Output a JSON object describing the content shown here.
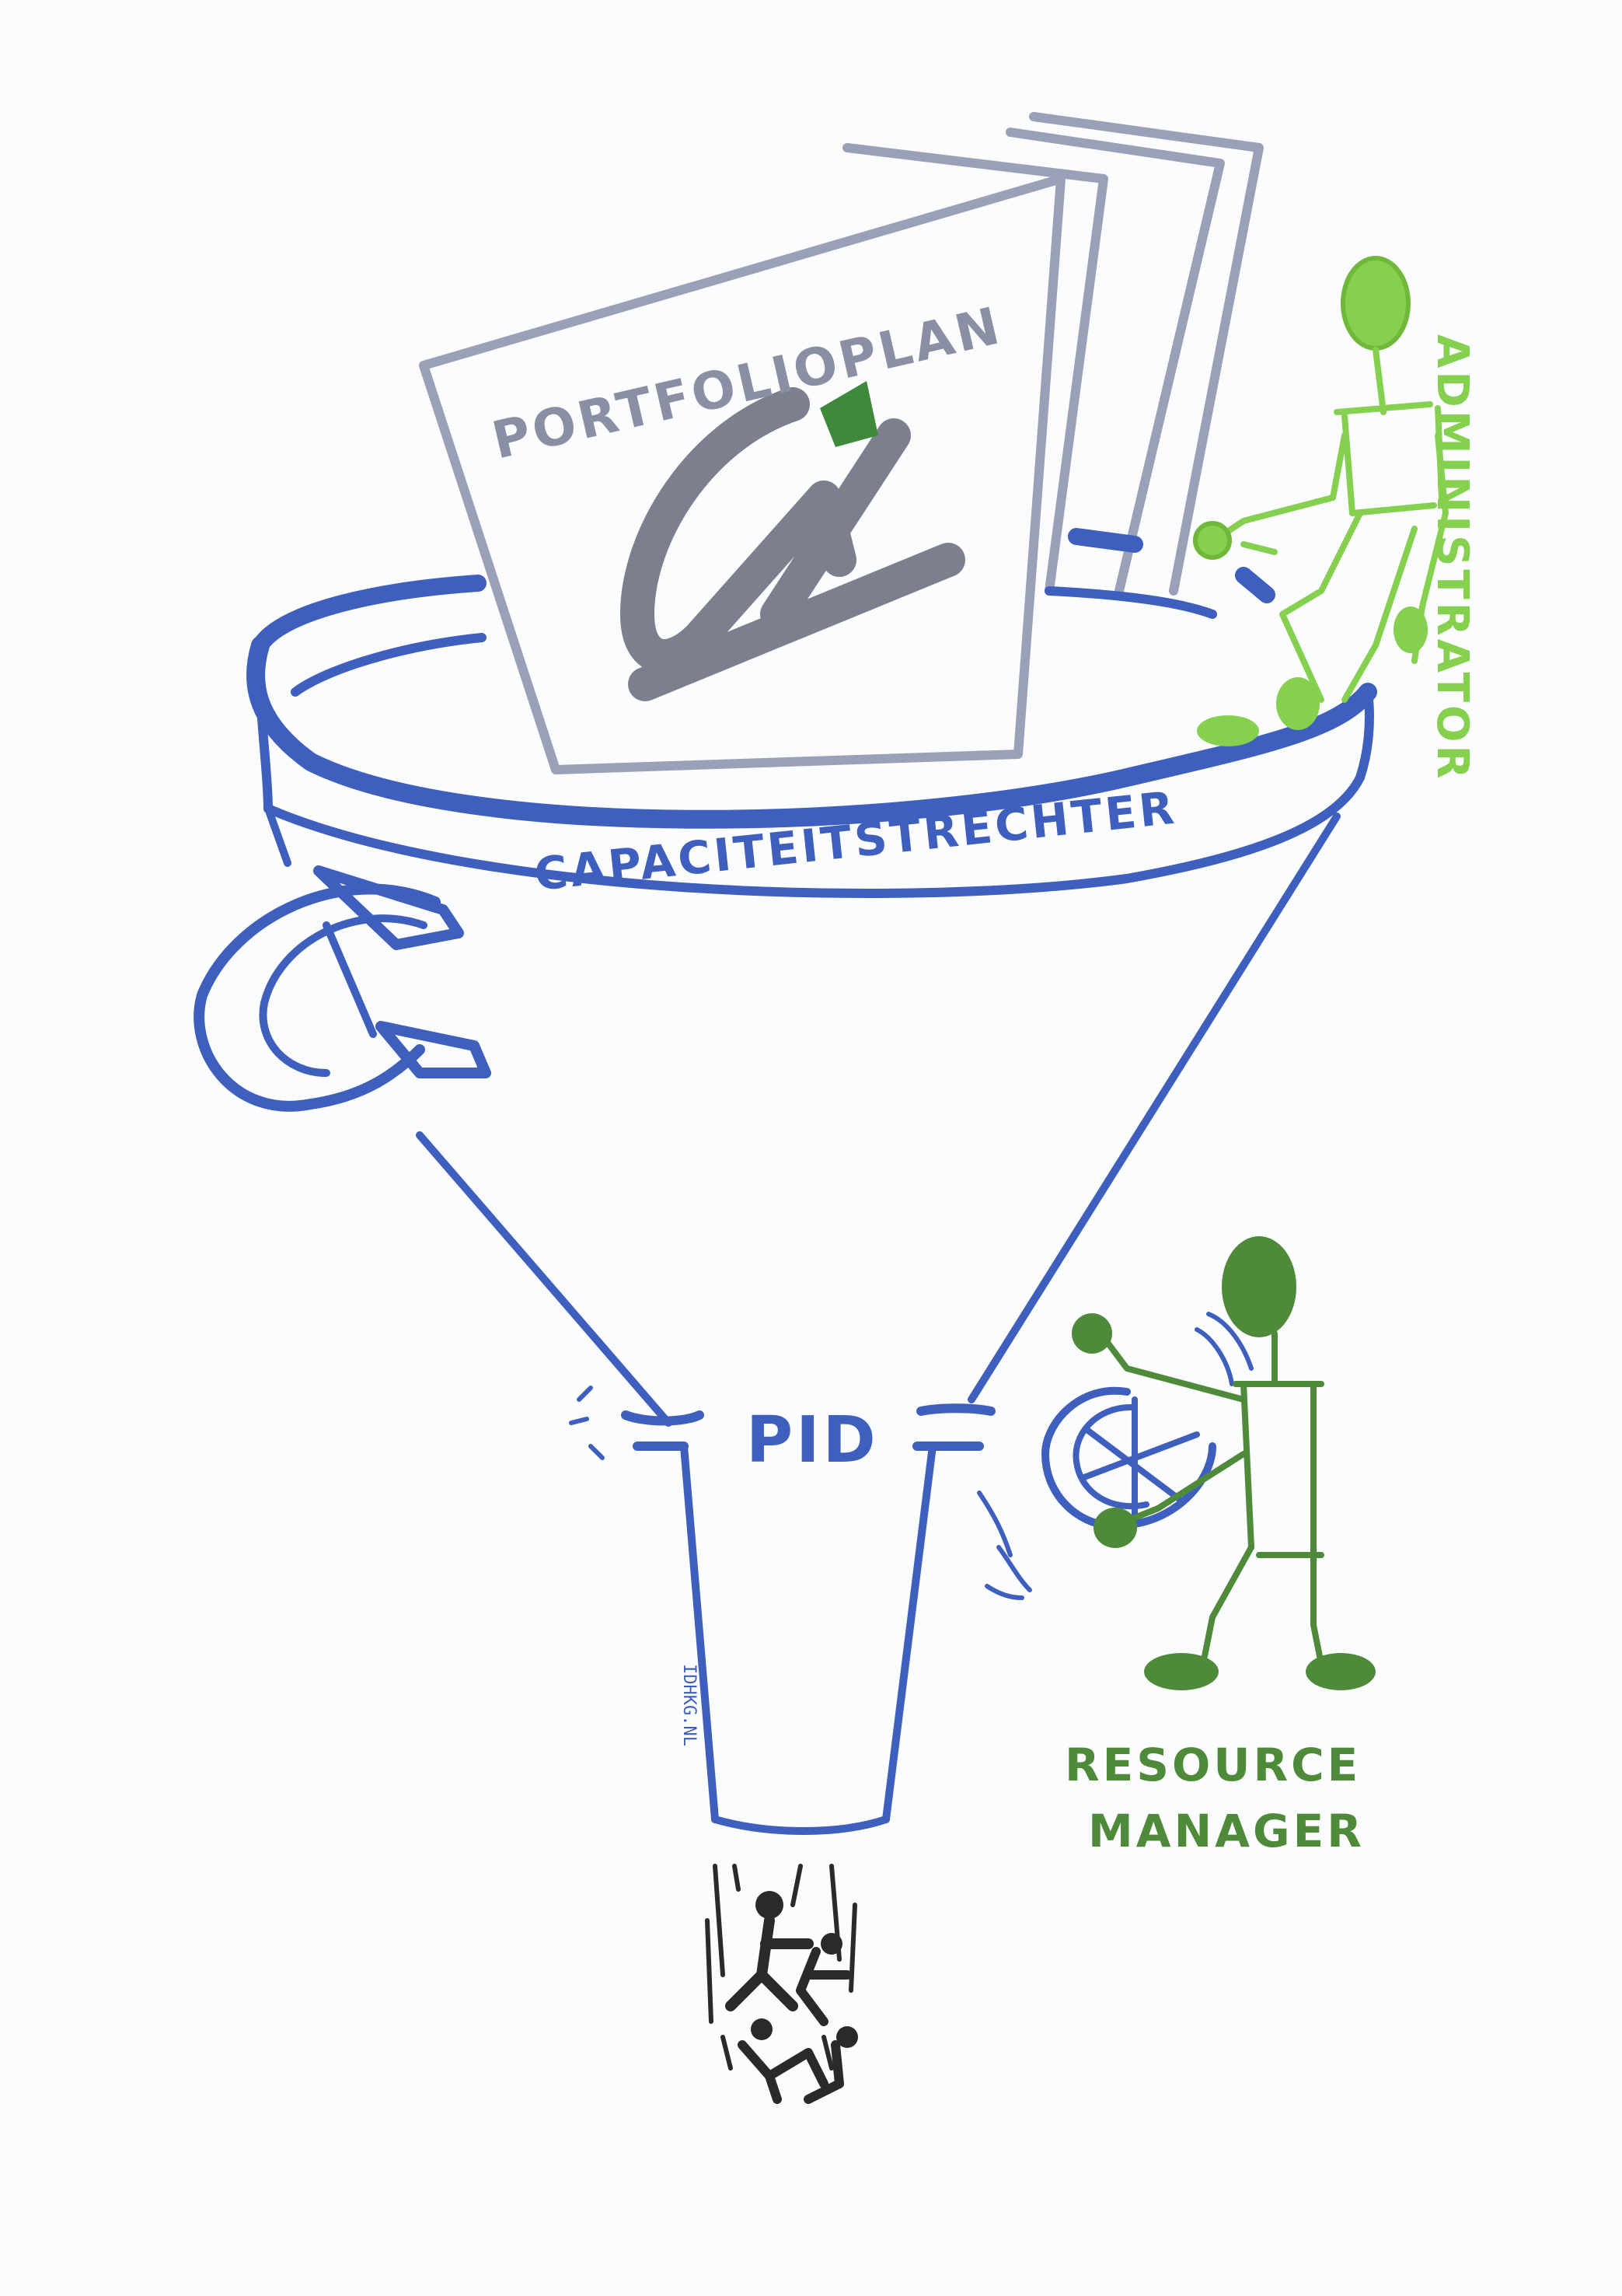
{
  "labels": {
    "document": "PORTFOLIOPLAN",
    "funnel_rim": "CAPACITEITSTRECHTER",
    "valve": "PID",
    "administrator": "ADMINISTRATOR",
    "resource_manager_line1": "RESOURCE",
    "resource_manager_line2": "MANAGER",
    "signature": "IDHKG.NL"
  },
  "colors": {
    "funnel_blue": "#3f5fbf",
    "document_grey": "#9aa0b8",
    "logo_grey": "#7b7f8e",
    "logo_green": "#3f8a3a",
    "administrator_green": "#86d04f",
    "resource_manager_green": "#4f8a3a",
    "people_black": "#2a2a2a"
  },
  "icons": {
    "logo": "ca-logo-icon",
    "wheel": "valve-wheel-icon"
  }
}
